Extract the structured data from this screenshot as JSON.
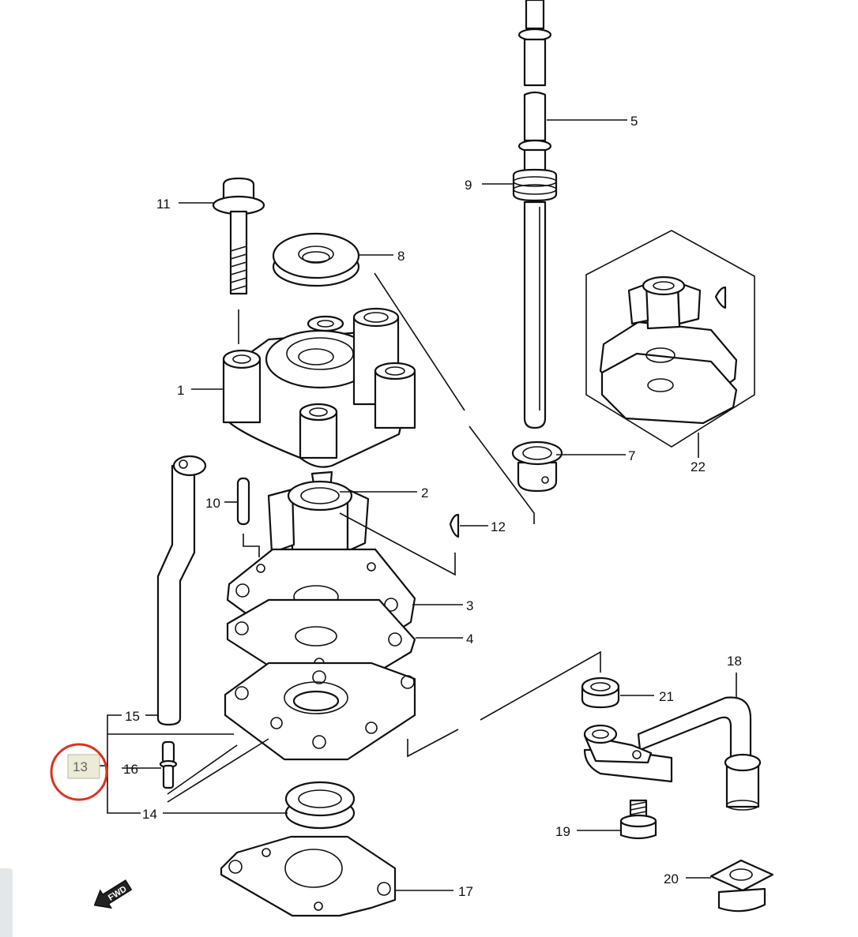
{
  "callouts": {
    "c1": "1",
    "c2": "2",
    "c3": "3",
    "c4": "4",
    "c5": "5",
    "c7": "7",
    "c8": "8",
    "c9": "9",
    "c10": "10",
    "c11": "11",
    "c12": "12",
    "c13": "13",
    "c14": "14",
    "c15": "15",
    "c16": "16",
    "c17": "17",
    "c18": "18",
    "c19": "19",
    "c20": "20",
    "c21": "21",
    "c22": "22"
  },
  "fwd_label": "FWD",
  "highlight": {
    "target": "13",
    "color": "#e0301e",
    "label_bg": "#ecebd6"
  },
  "icons": [
    "fwd-arrow-icon",
    "highlight-circle-icon"
  ]
}
